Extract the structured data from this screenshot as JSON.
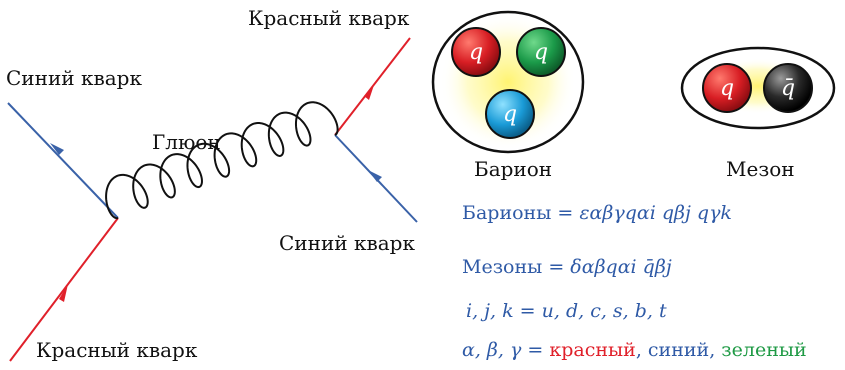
{
  "feynman": {
    "label_red_top": "Красный кварк",
    "label_blue_left": "Синий кварк",
    "label_gluon": "Глюон",
    "label_blue_right": "Синий кварк",
    "label_red_bottom": "Красный кварк"
  },
  "baryon": {
    "caption": "Барион",
    "quarks": [
      {
        "label": "q",
        "color": "#d81e24"
      },
      {
        "label": "q",
        "color": "#1b9a49"
      },
      {
        "label": "q",
        "color": "#1a9bd7"
      }
    ]
  },
  "meson": {
    "caption": "Мезон",
    "quarks": [
      {
        "label": "q",
        "color": "#d81e24"
      },
      {
        "label": "q̄",
        "color": "#2a2a2a"
      }
    ]
  },
  "equations": {
    "baryons_word": "Барионы",
    "baryons_rhs": "= εαβγqαi qβj qγk",
    "mesons_word": "Мезоны",
    "mesons_rhs": "= δαβqαi q̄βj",
    "flavors": "i, j, k = u, d, c, s, b, t",
    "colors_lhs": "α, β, γ =",
    "color_red": "красный",
    "color_blue": "синий",
    "color_green": "зеленый"
  },
  "colors": {
    "red_line": "#e0202a",
    "blue_line": "#3a62a8",
    "glow": "#fff36a"
  }
}
